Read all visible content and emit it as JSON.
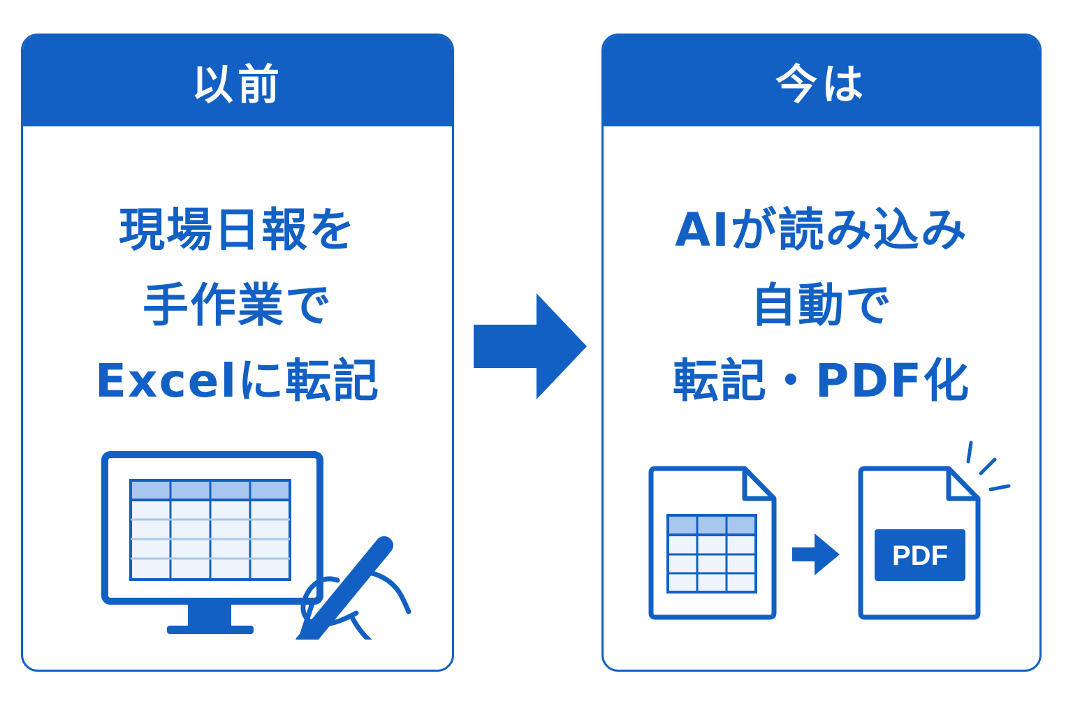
{
  "before": {
    "header": "以前",
    "lines": [
      "現場日報を",
      "手作業で",
      "Excelに転記"
    ]
  },
  "after": {
    "header": "今は",
    "lines": [
      "AIが読み込み",
      "自動で",
      "転記・PDF化"
    ],
    "pdf_label": "PDF"
  },
  "colors": {
    "primary": "#1260C4",
    "light": "#A9C6EE",
    "background": "#FFFFFF"
  },
  "icons": [
    "monitor-icon",
    "spreadsheet-icon",
    "hand-pen-icon",
    "arrow-right-icon",
    "document-icon",
    "pdf-document-icon",
    "sparkle-icon"
  ]
}
